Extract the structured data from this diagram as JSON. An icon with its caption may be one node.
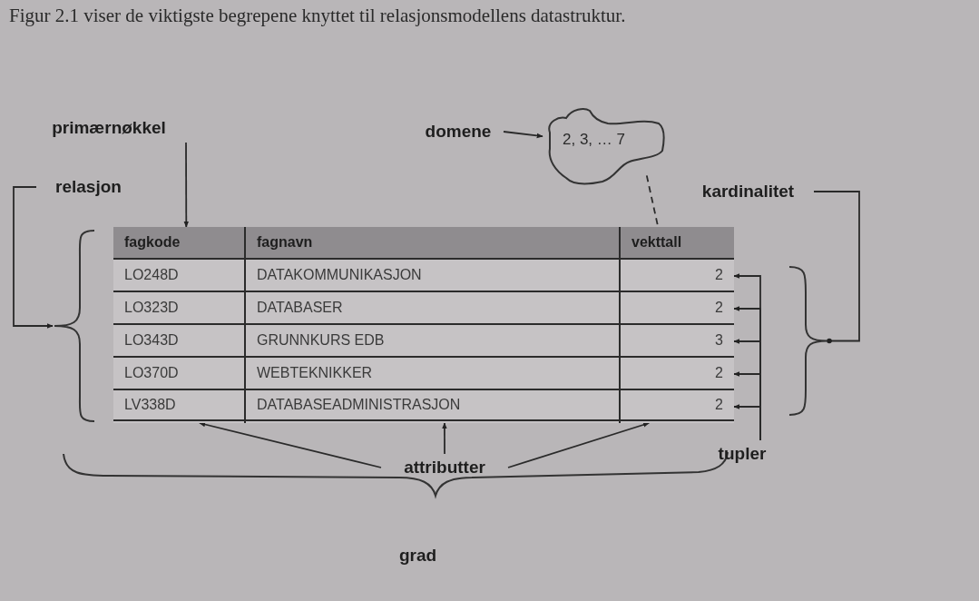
{
  "diagram": {
    "nodes": [
      {
        "text": [
          "primærnøkkel"
        ]
      },
      {
        "text": [
          "relasjon"
        ]
      },
      {
        "text": [
          "domene"
        ]
      },
      {
        "text": [
          "2, 3, … 7"
        ]
      },
      {
        "text": [
          "kardinalitet"
        ]
      },
      {
        "text": [],
        "shape": "brace"
      },
      {
        "text": [],
        "shape": "table"
      },
      {
        "text": [
          "fagkode"
        ],
        "in": 6
      },
      {
        "text": [
          "LO248D"
        ],
        "in": 7
      },
      {
        "text": [
          "LO323D"
        ],
        "in": 7
      },
      {
        "text": [
          "LO343D"
        ],
        "in": 7
      },
      {
        "text": [
          "LO370D"
        ],
        "in": 7
      },
      {
        "text": [
          "LV338D"
        ],
        "in": 7
      },
      {
        "text": [
          "fagnavn"
        ],
        "in": 6
      },
      {
        "text": [
          "DATAKOMMUNIKASJON"
        ],
        "in": 13
      },
      {
        "text": [
          "DATABASER"
        ],
        "in": 13
      },
      {
        "text": [
          "GRUNNKURS EDB"
        ],
        "in": 13
      },
      {
        "text": [
          "WEBTEKNIKKER"
        ],
        "in": 13
      },
      {
        "text": [
          "DATABASEADMINISTRASJON"
        ],
        "in": 13
      },
      {
        "text": [
          "vekttall"
        ],
        "in": 6
      },
      {
        "text": [
          "2"
        ],
        "in": 19
      },
      {
        "text": [
          "2"
        ],
        "in": 19
      },
      {
        "text": [
          "3"
        ],
        "in": 19
      },
      {
        "text": [
          "2"
        ],
        "in": 19
      },
      {
        "text": [
          "2"
        ],
        "in": 19
      },
      {
        "text": [],
        "shape": "brace"
      },
      {
        "text": [
          "tupler"
        ]
      },
      {
        "text": [
          "attributter"
        ]
      }
    ],
    "edges": [
      {
        "from": 0,
        "to": 7,
        "arrow": "to"
      },
      {
        "from": 1,
        "to": 5,
        "arrow": "to"
      },
      {
        "from": 2,
        "to": 3,
        "arrow": "to"
      },
      {
        "from": 3,
        "to": 19,
        "arrow": "none",
        "style": "dashed"
      },
      {
        "from": 4,
        "to": 25,
        "arrow": "other"
      },
      {
        "from": 26,
        "to": 20,
        "arrow": "to"
      },
      {
        "from": 26,
        "to": 21,
        "arrow": "to"
      },
      {
        "from": 26,
        "to": 22,
        "arrow": "to"
      },
      {
        "from": 26,
        "to": 23,
        "arrow": "to"
      },
      {
        "from": 26,
        "to": 24,
        "arrow": "to"
      },
      {
        "from": 27,
        "to": 7,
        "arrow": "to"
      },
      {
        "from": 27,
        "to": 13,
        "arrow": "to"
      },
      {
        "from": 27,
        "to": 19,
        "arrow": "to"
      }
    ],
    "labels": [
      "Figur 2.1 viser de viktigste begrepene knyttet til relasjonsmodellens datastruktur.",
      "grad"
    ]
  }
}
